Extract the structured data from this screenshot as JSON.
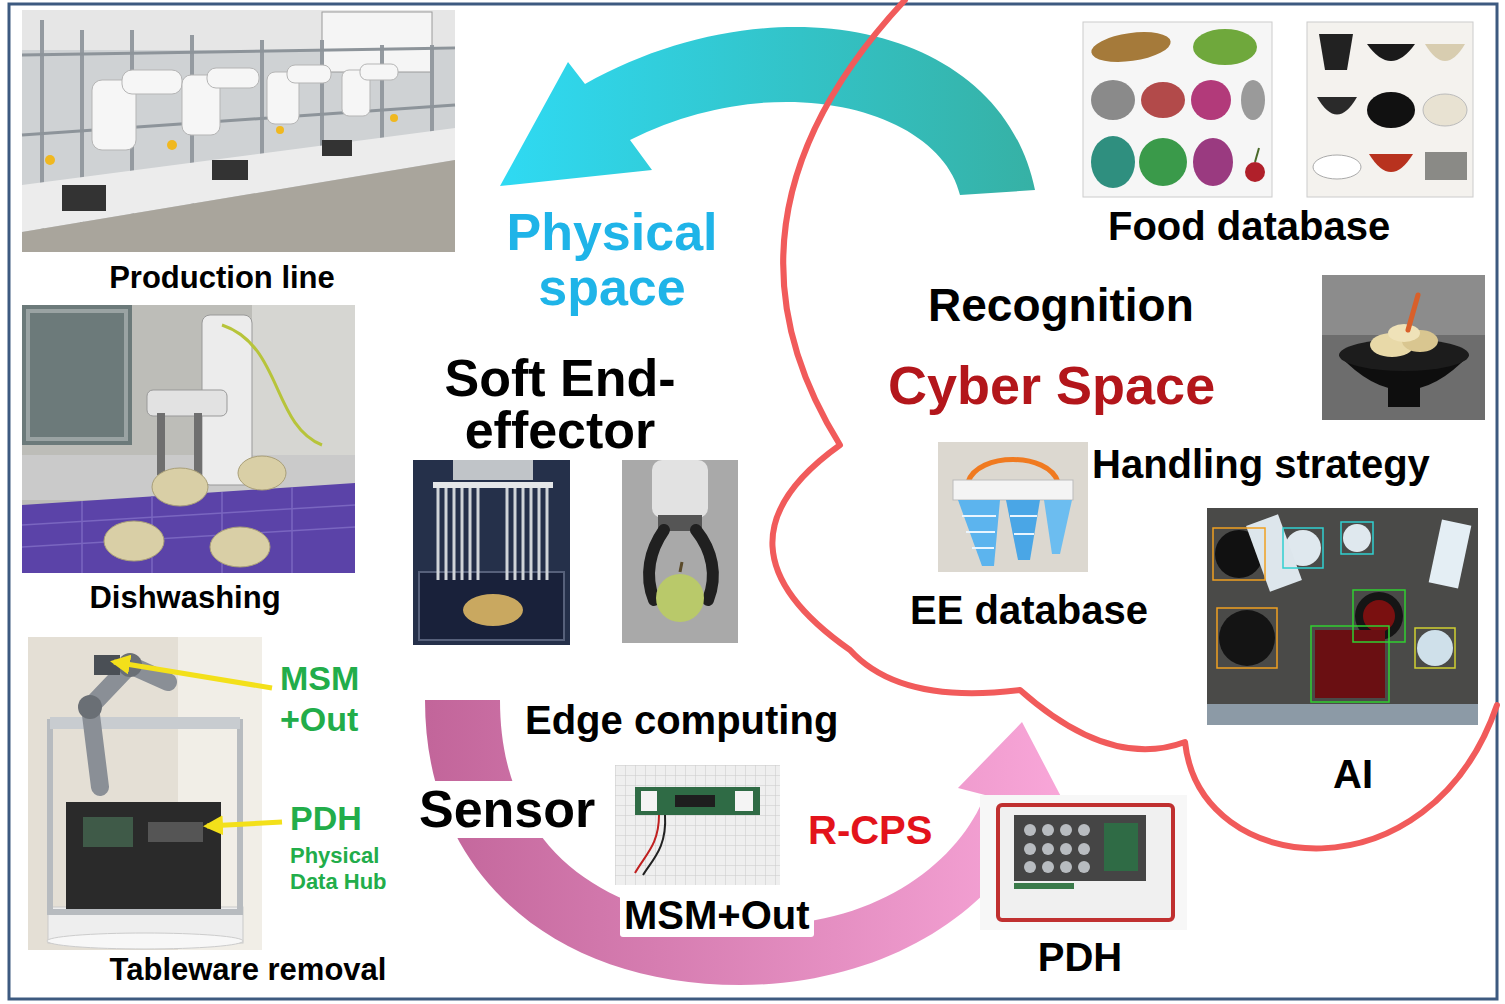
{
  "diagram": {
    "nodes": [
      {
        "text": [
          "Cyber Space"
        ]
      }
    ],
    "labels": [
      "Production line",
      "Dishwashing",
      "Tableware removal",
      "MSM +Out",
      "PDH",
      "Physical Data Hub",
      "Physical space",
      "Soft End-effector",
      "Recognition",
      "Food database",
      "Handling strategy",
      "EE database",
      "AI",
      "Edge computing",
      "Sensor",
      "MSM+Out",
      "R-CPS",
      "PDH"
    ]
  }
}
